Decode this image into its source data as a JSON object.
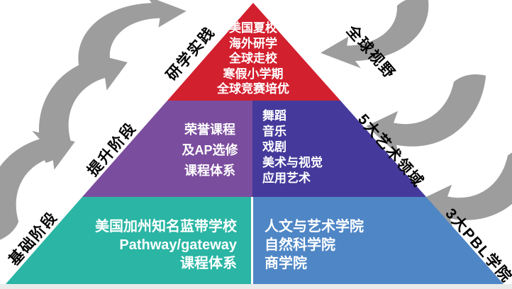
{
  "pyramid": {
    "top": {
      "color": "#d2202e",
      "label_left": "研学实践",
      "label_right": "全球视野",
      "lines": [
        "美国夏校",
        "海外研学",
        "全球走校",
        "寒假小学期",
        "全球竞赛培优"
      ]
    },
    "middle": {
      "label_left": "提升阶段",
      "label_right": "5大艺术领域",
      "left": {
        "color": "#7b4d9e",
        "lines": [
          "荣誉课程",
          "及AP选修",
          "课程体系"
        ]
      },
      "right": {
        "color": "#453a9b",
        "lines": [
          "舞蹈",
          "音乐",
          "戏剧",
          "美术与视觉",
          "应用艺术"
        ]
      }
    },
    "bottom": {
      "label_left": "基础阶段",
      "label_right": "3大PBL学院",
      "left": {
        "color": "#2ab5a4",
        "lines": [
          "美国加州知名蓝带学校",
          "Pathway/gateway",
          "课程体系"
        ]
      },
      "right": {
        "color": "#4e86c6",
        "lines": [
          "人文与艺术学院",
          "自然科学院",
          "商学院"
        ]
      }
    },
    "arrows": {
      "color": "#9d9d9d",
      "left_count": 3,
      "right_count": 3
    },
    "base_strip_color": "#e9eaea",
    "section_text_color": "#ffffff",
    "label_color": "#000000"
  }
}
